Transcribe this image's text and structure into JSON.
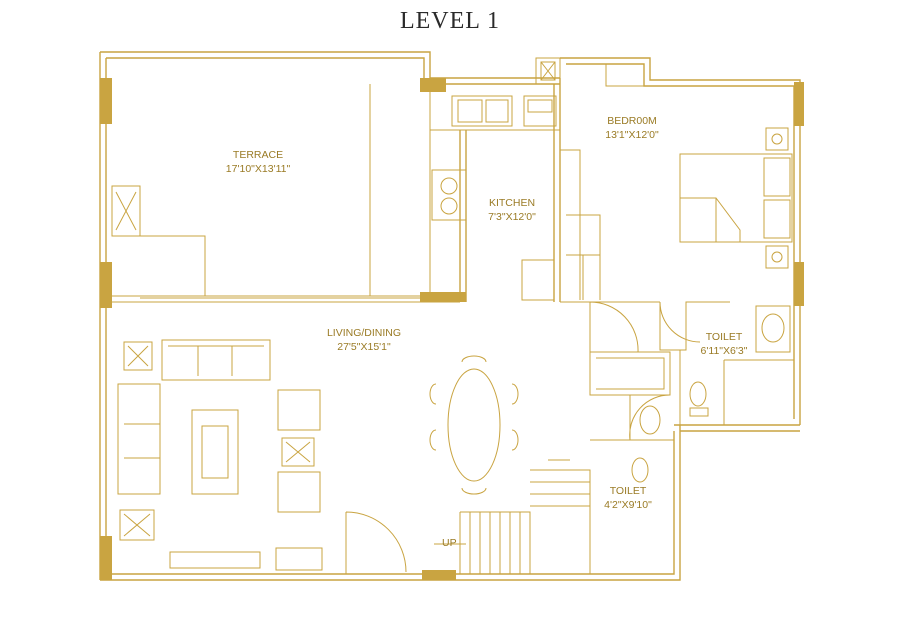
{
  "plan": {
    "title": "LEVEL 1",
    "rooms": {
      "terrace": {
        "name": "TERRACE",
        "size": "17'10\"X13'11\""
      },
      "kitchen": {
        "name": "KITCHEN",
        "size": "7'3\"X12'0\""
      },
      "bedroom": {
        "name": "BEDR00M",
        "size": "13'1\"X12'0\""
      },
      "living": {
        "name": "LIVING/DINING",
        "size": "27'5\"X15'1\""
      },
      "toilet1": {
        "name": "TOILET",
        "size": "6'11\"X6'3\""
      },
      "toilet2": {
        "name": "TOILET",
        "size": "4'2\"X9'10\""
      }
    },
    "stair_label": "UP"
  },
  "colors": {
    "line": "#c9a441",
    "text": "#9a7b25",
    "title": "#2a2a2a"
  }
}
